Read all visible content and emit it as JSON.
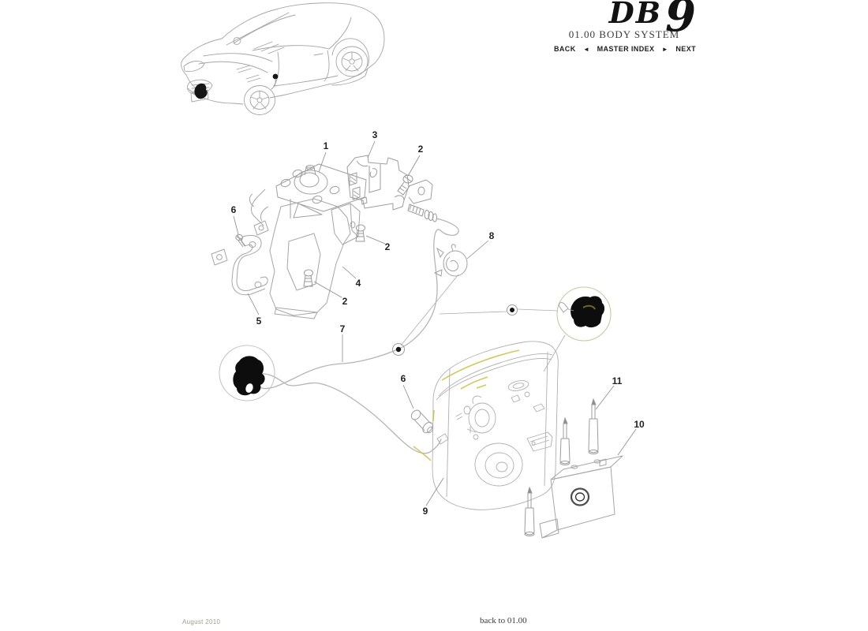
{
  "header": {
    "logo_db": "DB",
    "logo_nine": "9",
    "subtitle": "01.00 BODY SYSTEM",
    "nav": {
      "back": "BACK",
      "back_arrow": "◄",
      "master_index": "MASTER INDEX",
      "next_arrow": "►",
      "next": "NEXT"
    }
  },
  "footer": {
    "date": "August 2010",
    "back_link": "back to 01.00"
  },
  "diagram": {
    "callouts": [
      {
        "n": "1"
      },
      {
        "n": "3"
      },
      {
        "n": "2"
      },
      {
        "n": "2"
      },
      {
        "n": "6"
      },
      {
        "n": "5"
      },
      {
        "n": "4"
      },
      {
        "n": "2"
      },
      {
        "n": "8"
      },
      {
        "n": "7"
      },
      {
        "n": "6"
      },
      {
        "n": "11"
      },
      {
        "n": "10"
      },
      {
        "n": "9"
      }
    ],
    "colors": {
      "line_gray": "#a9a9a9",
      "accent_yellow": "#d0c24e",
      "clip_black": "#0d0d0d",
      "magnifier_tan": "#cdc6a0"
    }
  }
}
